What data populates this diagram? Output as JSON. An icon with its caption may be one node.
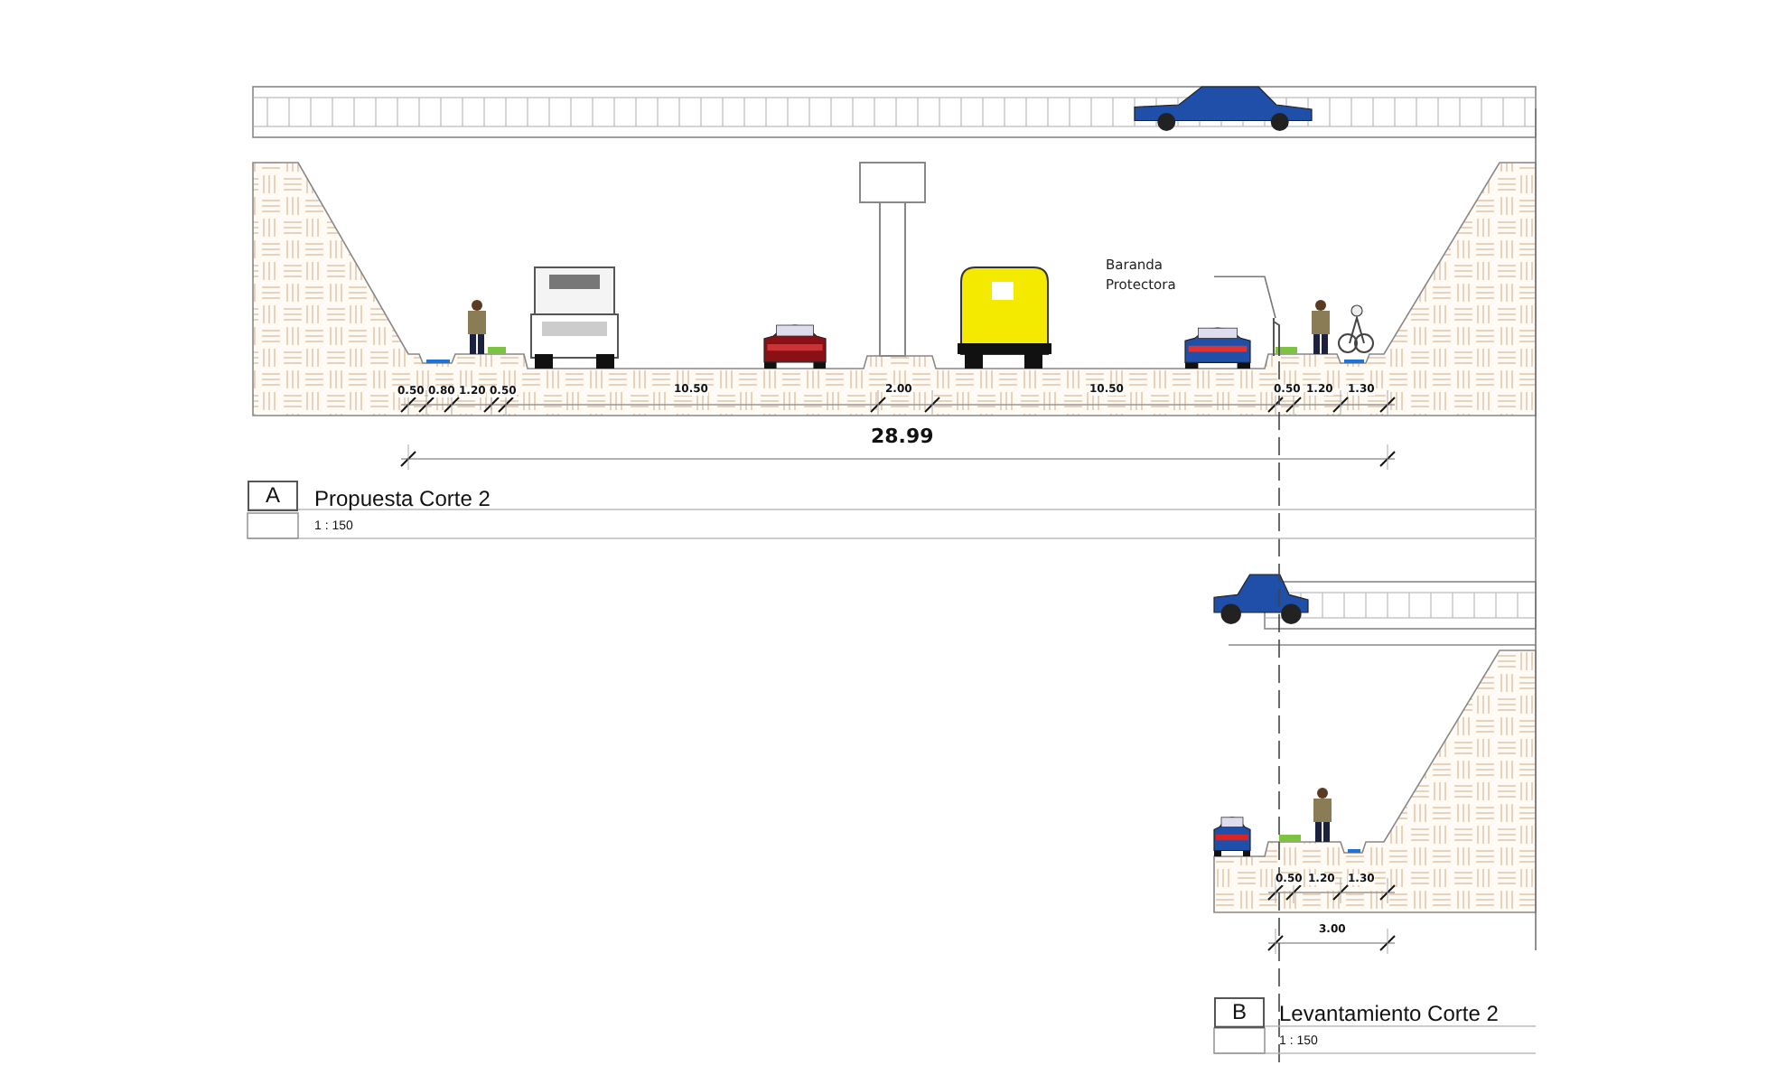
{
  "diagram": {
    "nodes": [
      {
        "text": [
          "Baranda Protectora"
        ]
      },
      {
        "text": [],
        "shape": "bar"
      }
    ],
    "edges": [
      {
        "from": 0,
        "to": 1,
        "arrow": "none"
      }
    ],
    "labels": [
      "0.50",
      "0.80",
      "1.20",
      "0.50",
      "10.50",
      "2.00",
      "10.50",
      "0.50",
      "1.20",
      "1.30",
      "28.99",
      "A",
      "Propuesta Corte 2",
      "1 : 150",
      "0.50",
      "1.20",
      "1.30",
      "3.00",
      "B",
      "Levantamiento Corte 2",
      "1 : 150"
    ]
  }
}
